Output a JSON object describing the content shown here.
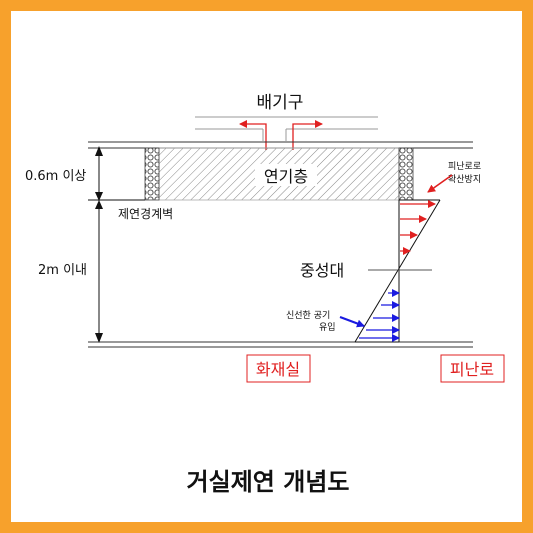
{
  "labels": {
    "exhaust": "배기구",
    "smoke_layer": "연기층",
    "height_top": "0.6m 이상",
    "height_bottom": "2m 이내",
    "smoke_barrier": "제연경계벽",
    "neutral_zone": "중성대",
    "escape_diffusion_line1": "피난로로",
    "escape_diffusion_line2": "확산방지",
    "fresh_air_line1": "신선한 공기",
    "fresh_air_line2": "유입",
    "fire_room": "화재실",
    "escape_route": "피난로",
    "title": "거실제연 개념도"
  },
  "colors": {
    "frame": "#f7a12c",
    "outflow_arrows": "#e02020",
    "inflow_arrows": "#1a1ae0",
    "room_label": "#e02020"
  }
}
